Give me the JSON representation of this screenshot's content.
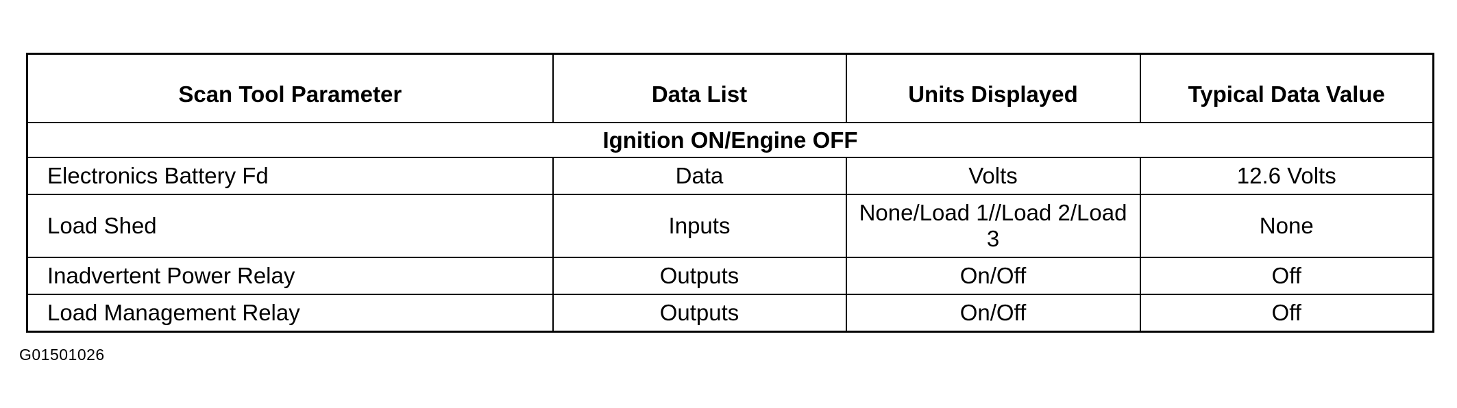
{
  "table": {
    "headers": [
      "Scan Tool Parameter",
      "Data List",
      "Units Displayed",
      "Typical Data Value"
    ],
    "section": "Ignition ON/Engine OFF",
    "rows": [
      [
        "Electronics Battery Fd",
        "Data",
        "Volts",
        "12.6 Volts"
      ],
      [
        "Load Shed",
        "Inputs",
        "None/Load 1//Load 2/Load 3",
        "None"
      ],
      [
        "Inadvertent Power Relay",
        "Outputs",
        "On/Off",
        "Off"
      ],
      [
        "Load Management Relay",
        "Outputs",
        "On/Off",
        "Off"
      ]
    ]
  },
  "figure_id": "G01501026"
}
